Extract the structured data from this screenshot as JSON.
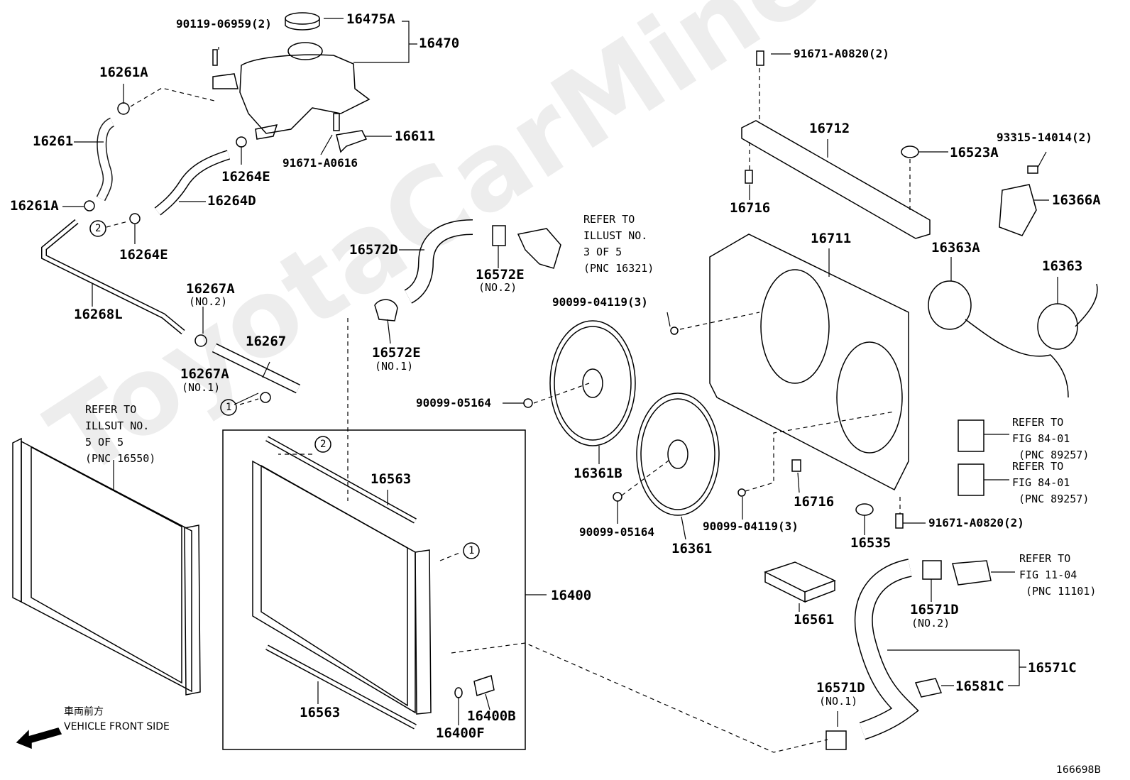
{
  "watermark": "ToyotaCarMine.ru",
  "diagram_code": "166698B",
  "vehicle_front": {
    "jp": "車両前方",
    "en": "VEHICLE FRONT SIDE"
  },
  "labels": {
    "p90119": "90119-06959(2)",
    "p16475A": "16475A",
    "p16470": "16470",
    "p16261A_top": "16261A",
    "p16261": "16261",
    "p16261A_bot": "16261A",
    "p16264E_top": "16264E",
    "p16264D": "16264D",
    "p16264E_bot": "16264E",
    "p16611": "16611",
    "p91671A0616": "91671-A0616",
    "p16268L": "16268L",
    "p16267A_top": "16267A",
    "p16267A_top_sub": "(NO.2)",
    "p16267": "16267",
    "p16267A_bot": "16267A",
    "p16267A_bot_sub": "(NO.1)",
    "p16572D": "16572D",
    "p16572E_top": "16572E",
    "p16572E_top_sub": "(NO.2)",
    "p16572E_bot": "16572E",
    "p16572E_bot_sub": "(NO.1)",
    "p16563_top": "16563",
    "p16563_bot": "16563",
    "p16400": "16400",
    "p16400B": "16400B",
    "p16400F": "16400F",
    "p90099_04119_top": "90099-04119(3)",
    "p90099_05164_left": "90099-05164",
    "p16361B": "16361B",
    "p90099_05164_bot": "90099-05164",
    "p16361": "16361",
    "p90099_04119_bot": "90099-04119(3)",
    "p91671A0820_top": "91671-A0820(2)",
    "p16712": "16712",
    "p16716_top": "16716",
    "p16711": "16711",
    "p16716_bot": "16716",
    "p16535": "16535",
    "p91671A0820_bot": "91671-A0820(2)",
    "p93315": "93315-14014(2)",
    "p16523A": "16523A",
    "p16366A": "16366A",
    "p16363A": "16363A",
    "p16363": "16363",
    "p16561": "16561",
    "p16571D_top": "16571D",
    "p16571D_top_sub": "(NO.2)",
    "p16571C": "16571C",
    "p16581C": "16581C",
    "p16571D_bot": "16571D",
    "p16571D_bot_sub": "(NO.1)"
  },
  "refs": {
    "r16321": "REFER TO\nILLUST NO.\n3 OF 5\n(PNC 16321)",
    "r16550": "REFER TO\nILLSUT NO.\n5 OF 5\n(PNC 16550)",
    "r89257a": "REFER TO\nFIG 84-01\n (PNC 89257)",
    "r89257b": "REFER TO\nFIG 84-01\n (PNC 89257)",
    "r11101": "REFER TO\nFIG 11-04\n (PNC 11101)"
  },
  "callouts": {
    "c1": "1",
    "c2": "2"
  }
}
